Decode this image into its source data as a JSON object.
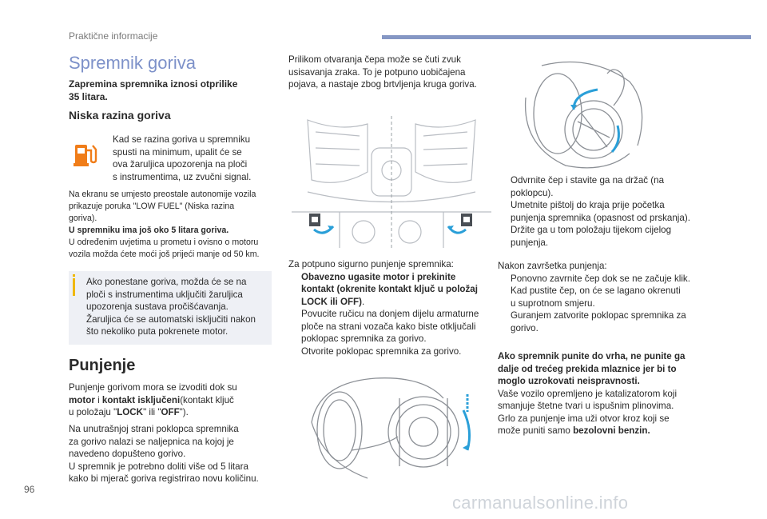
{
  "header": {
    "section": "Praktične informacije"
  },
  "page_number": "96",
  "watermark": "carmanualsonline.info",
  "left": {
    "title": "Spremnik goriva",
    "capacity_line1": "Zapremina spremnika iznosi otprilike",
    "capacity_line2": "35 litara.",
    "low_fuel_heading": "Niska razina goriva",
    "low_fuel_text": [
      "Kad se razina goriva u spremniku",
      "spusti na minimum, upalit će se",
      "ova žaruljica upozorenja na ploči",
      "s instrumentima, uz zvučni signal."
    ],
    "screen_msg": [
      "Na ekranu se umjesto preostale autonomije vozila",
      "prikazuje poruka \"LOW FUEL\" (Niska razina",
      "goriva)."
    ],
    "reserve_bold": "U spremniku ima još oko 5 litara goriva.",
    "reserve_text": [
      "U određenim uvjetima u prometu i ovisno o motoru",
      "vozila možda ćete moći još prijeći manje od 50 km."
    ],
    "info_box": [
      "Ako ponestane goriva, možda će se na",
      "ploči s instrumentima uključiti žaruljica",
      "upozorenja sustava pročišćavanja.",
      "Žaruljica će se automatski isključiti nakon",
      "što nekoliko puta pokrenete motor."
    ],
    "refuel_heading": "Punjenje",
    "refuel_p1": {
      "a": "Punjenje gorivom mora se izvoditi dok su",
      "b1": "motor",
      "b2": " i ",
      "b3": "kontakt isključeni",
      "b4": "(kontakt ključ",
      "c1": "u položaju \"",
      "c2": "LOCK",
      "c3": "\" ili \"",
      "c4": "OFF",
      "c5": "\")."
    },
    "refuel_p2": [
      "Na unutrašnjoj strani poklopca spremnika",
      "za gorivo nalazi se naljepnica na kojoj je",
      "navedeno dopušteno gorivo.",
      "U spremnik je potrebno doliti više od 5 litara",
      "kako bi mjerač goriva registrirao novu količinu."
    ]
  },
  "middle": {
    "intro": [
      "Prilikom otvaranja čepa može se čuti zvuk",
      "usisavanja zraka. To je potpuno uobičajena",
      "pojava, a nastaje zbog brtvljenja kruga goriva."
    ],
    "safe_refuel": "Za potpuno sigurno punjenje spremnika:",
    "step1_bold": [
      "Obavezno ugasite motor i prekinite",
      "kontakt (okrenite kontakt ključ u položaj",
      "LOCK ili OFF)"
    ],
    "step2": [
      "Povucite ručicu na donjem dijelu armaturne",
      "ploče na strani vozača kako biste otključali",
      "poklopac spremnika za gorivo."
    ],
    "step3": "Otvorite poklopac spremnika za gorivo."
  },
  "right": {
    "steps": [
      [
        "Odvrnite čep i stavite ga na držač (na",
        "poklopcu)."
      ],
      [
        "Umetnite pištolj do kraja prije početka",
        "punjenja spremnika (opasnost od prskanja)."
      ],
      [
        "Držite ga u tom položaju tijekom cijelog",
        "punjenja."
      ]
    ],
    "after_intro": "Nakon završetka punjenja:",
    "after_steps": [
      [
        "Ponovno zavrnite čep dok se ne začuje klik.",
        "Kad pustite čep, on će se lagano okrenuti",
        "u suprotnom smjeru."
      ],
      [
        "Guranjem zatvorite poklopac spremnika za",
        "gorivo."
      ]
    ],
    "warning_bold": [
      "Ako spremnik punite do vrha, ne punite ga",
      "dalje od trećeg prekida mlaznice jer bi to",
      "moglo uzrokovati neispravnosti."
    ],
    "warning_text": [
      "Vaše vozilo opremljeno je katalizatorom koji",
      "smanjuje štetne tvari u ispušnim plinovima.",
      "Grlo za punjenje ima uži otvor kroz koji se"
    ],
    "warning_last_a": "može puniti samo ",
    "warning_last_b": "bezolovni benzin."
  },
  "bullet_mark": "",
  "colors": {
    "accent": "#7d91c9",
    "warning_lamp": "#f07d19",
    "info_bar": "#f0b800"
  }
}
